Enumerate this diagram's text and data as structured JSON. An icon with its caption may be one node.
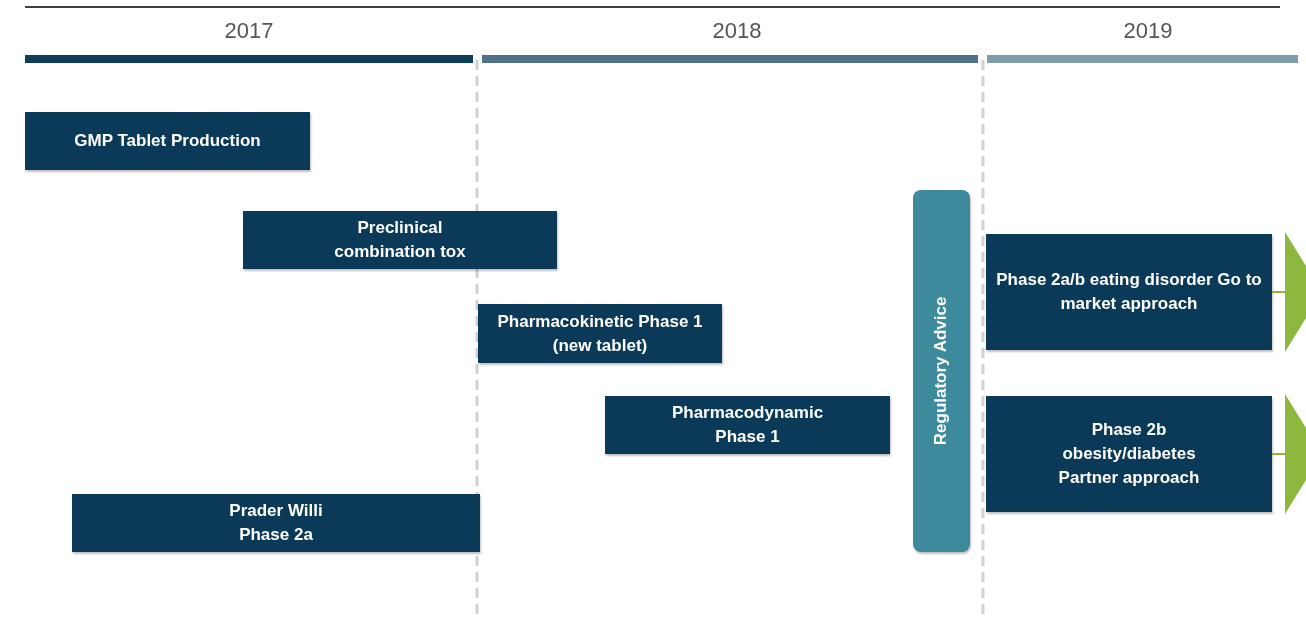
{
  "diagram": {
    "nodes": [
      {
        "text": [
          "GMP Tablet Production"
        ]
      },
      {
        "text": [
          "Preclinical combination tox"
        ]
      },
      {
        "text": [
          "Pharmacokinetic Phase 1 (new tablet)"
        ]
      },
      {
        "text": [
          "Pharmacodynamic Phase 1"
        ]
      },
      {
        "text": [
          "Prader Willi Phase 2a"
        ]
      },
      {
        "text": [
          "Regulatory Advice"
        ]
      },
      {
        "text": [
          "Phase 2a/b eating disorder Go to market approach"
        ]
      },
      {
        "text": [
          "Phase 2b obesity/diabetes Partner approach"
        ]
      }
    ],
    "edges": [
      {
        "from": 6,
        "to": null,
        "arrow": "to",
        "color": "#8cb83f"
      },
      {
        "from": 7,
        "to": null,
        "arrow": "to",
        "color": "#8cb83f"
      }
    ],
    "labels": [
      "2017",
      "2018",
      "2019"
    ]
  }
}
